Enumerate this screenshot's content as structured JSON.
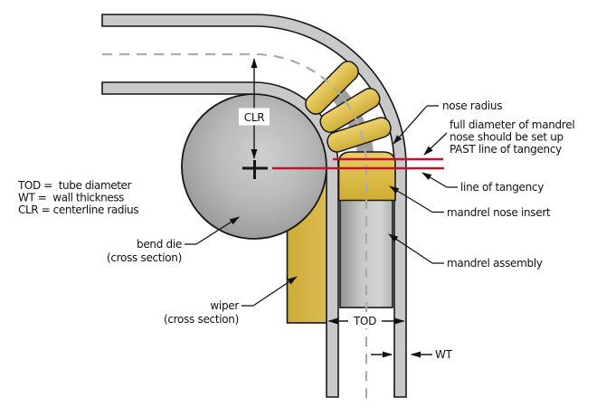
{
  "figure": {
    "title_hint": "tube bending tooling cross-section diagram",
    "legend": {
      "tod": "TOD =  tube diameter",
      "wt": "WT =  wall thickness",
      "clr": "CLR = centerline radius"
    },
    "callouts": {
      "nose_radius": "nose radius",
      "full_diameter_l1": "full diameter of mandrel",
      "full_diameter_l2": "nose should be set up",
      "full_diameter_l3": "PAST line of tangency",
      "line_of_tangency": "line of tangency",
      "mandrel_nose_insert": "mandrel nose insert",
      "mandrel_assembly": "mandrel assembly",
      "bend_die_l1": "bend die",
      "bend_die_l2": "(cross section)",
      "wiper_l1": "wiper",
      "wiper_l2": "(cross section)"
    },
    "dimensions": {
      "clr": "CLR",
      "tod": "TOD",
      "wt": "WT"
    },
    "colors": {
      "tooling_gold": "#d6b440",
      "steel_gray": "#c9c9c9",
      "die_gray_dark": "#8d8d8d",
      "die_gray_light": "#cfcfcf",
      "tangency_red": "#c8102e",
      "outline_black": "#161616",
      "centerline_gray": "#ababab"
    }
  }
}
